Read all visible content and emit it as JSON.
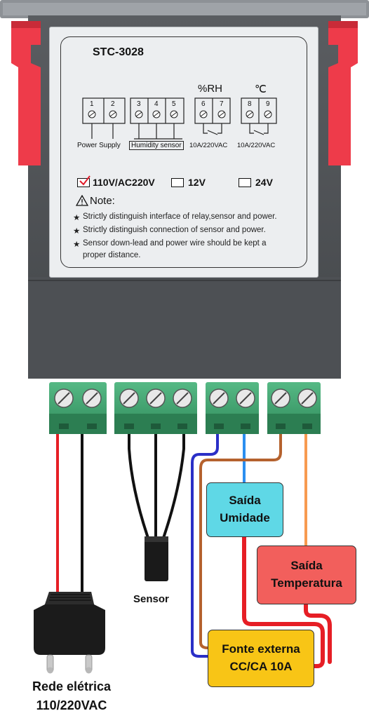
{
  "device": {
    "model": "STC-3028",
    "unit_humidity": "%RH",
    "unit_temp": "℃",
    "terminals": [
      "1",
      "2",
      "3",
      "4",
      "5",
      "6",
      "7",
      "8",
      "9"
    ],
    "power_supply": "Power Supply",
    "humidity_sensor": "Humidity sensor",
    "relay_rating_1": "10A/220VAC",
    "relay_rating_2": "10A/220VAC",
    "voltage_options": [
      "110V/AC220V",
      "12V",
      "24V"
    ],
    "note_title": "Note:",
    "notes": [
      "Strictly distinguish interface of relay,sensor and power.",
      "Strictly distinguish connection of sensor and power.",
      "Sensor down-lead and power wire should be kept a",
      "proper distance."
    ]
  },
  "callouts": {
    "saida_umidade_1": "Saída",
    "saida_umidade_2": "Umidade",
    "saida_temp_1": "Saída",
    "saida_temp_2": "Temperatura",
    "fonte_1": "Fonte externa",
    "fonte_2": "CC/CA 10A"
  },
  "captions": {
    "sensor": "Sensor",
    "rede_1": "Rede elétrica",
    "rede_2": "110/220VAC"
  },
  "colors": {
    "saida_umidade_bg": "#5fd8e6",
    "saida_temp_bg": "#f25f5c",
    "fonte_bg": "#f8c516",
    "terminal_green": "#3a9b6a",
    "clip_red": "#ee3b4a"
  }
}
